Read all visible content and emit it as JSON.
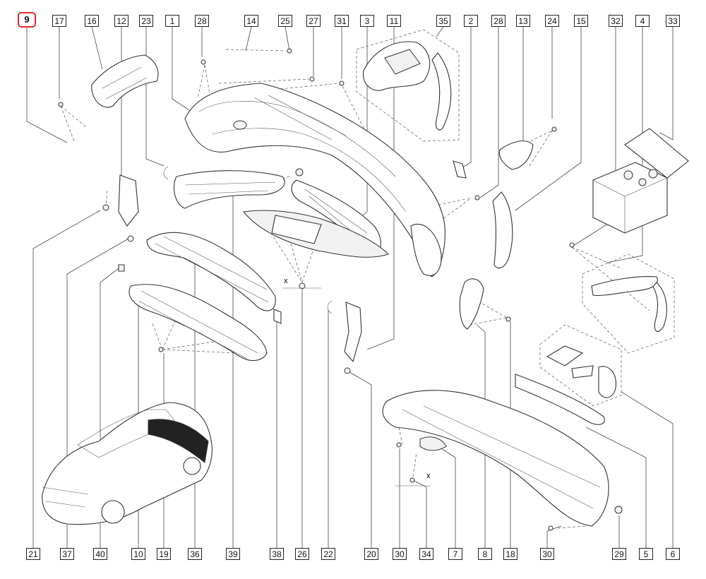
{
  "diagram": {
    "highlighted_part": "9",
    "labels_top": [
      "9",
      "17",
      "16",
      "12",
      "23",
      "1",
      "28",
      "14",
      "25",
      "27",
      "31",
      "3",
      "11",
      "35",
      "2",
      "28",
      "13",
      "24",
      "15",
      "32",
      "4",
      "33"
    ],
    "labels_bottom": [
      "21",
      "37",
      "40",
      "10",
      "19",
      "36",
      "39",
      "38",
      "26",
      "22",
      "20",
      "30",
      "34",
      "7",
      "8",
      "18",
      "30",
      "29",
      "5",
      "6"
    ],
    "axis_marks": [
      "x",
      "x"
    ]
  }
}
